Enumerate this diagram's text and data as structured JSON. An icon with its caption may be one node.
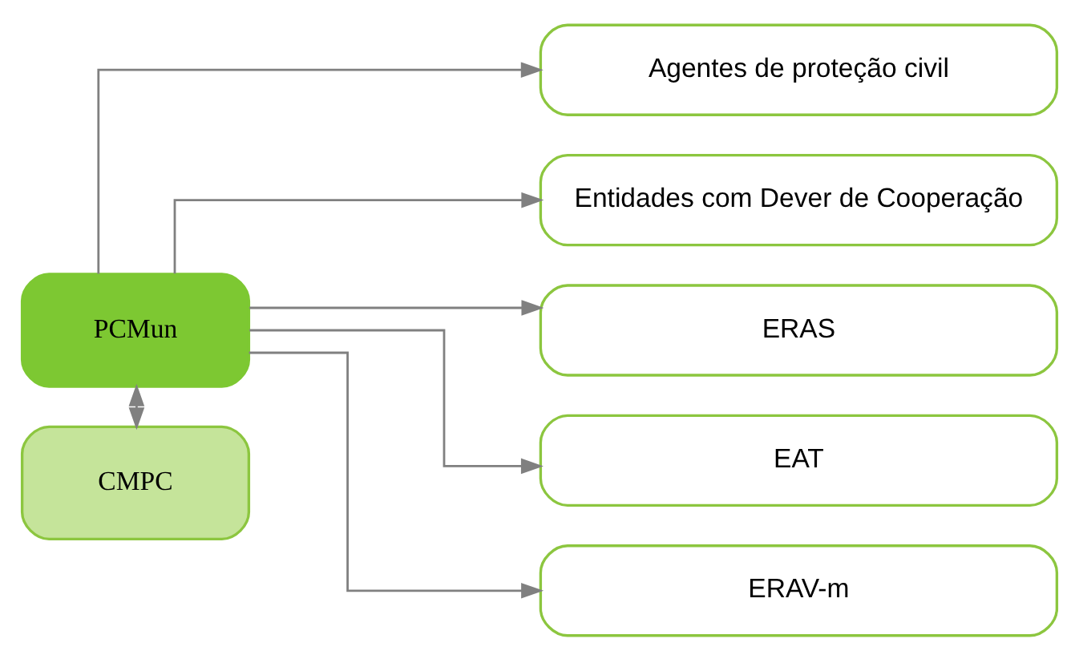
{
  "diagram": {
    "nodes": [
      {
        "text": [
          "PCMun"
        ]
      },
      {
        "text": [
          "CMPC"
        ]
      },
      {
        "text": [
          "Agentes de proteção civil"
        ]
      },
      {
        "text": [
          "Entidades com Dever de Cooperação"
        ]
      },
      {
        "text": [
          "ERAS"
        ]
      },
      {
        "text": [
          "EAT"
        ]
      },
      {
        "text": [
          "ERAV-m"
        ]
      }
    ],
    "edges": [
      {
        "from": 0,
        "to": 1,
        "arrow": "both"
      },
      {
        "from": 0,
        "to": 2,
        "arrow": "to"
      },
      {
        "from": 0,
        "to": 3,
        "arrow": "to"
      },
      {
        "from": 0,
        "to": 4,
        "arrow": "to"
      },
      {
        "from": 0,
        "to": 5,
        "arrow": "to"
      },
      {
        "from": 0,
        "to": 6,
        "arrow": "to"
      }
    ]
  }
}
